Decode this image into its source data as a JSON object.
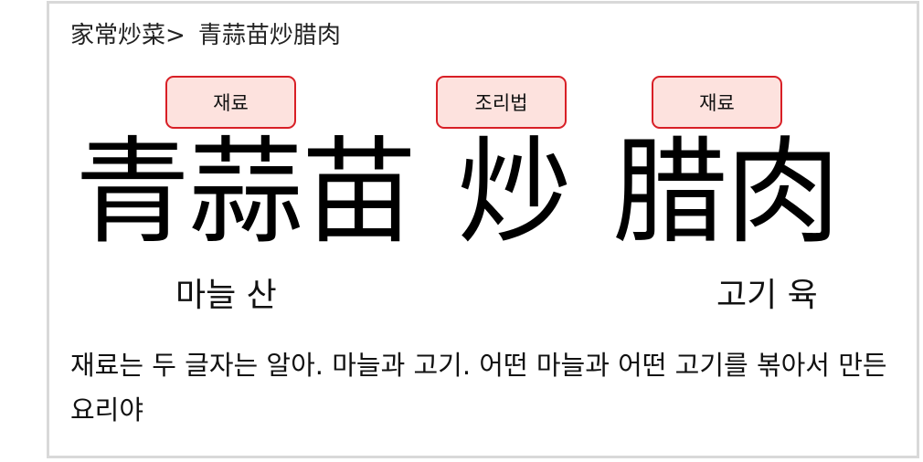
{
  "breadcrumb": {
    "category": "家常炒菜",
    "separator": ">",
    "current": "青蒜苗炒腊肉"
  },
  "tags": {
    "first": "재료",
    "second": "조리법",
    "third": "재료"
  },
  "dish_name": {
    "part_1": "青蒜苗",
    "part_2": "炒",
    "part_3": "腊肉"
  },
  "glosses": {
    "first": "마늘 산",
    "second": "고기 육"
  },
  "description": "재료는 두 글자는 알아. 마늘과 고기. 어떤 마늘과 어떤 고기를 볶아서 만든 요리야",
  "colors": {
    "tag_border": "#d81f26",
    "tag_background": "#fde2de",
    "card_border": "#d9d9d9"
  }
}
